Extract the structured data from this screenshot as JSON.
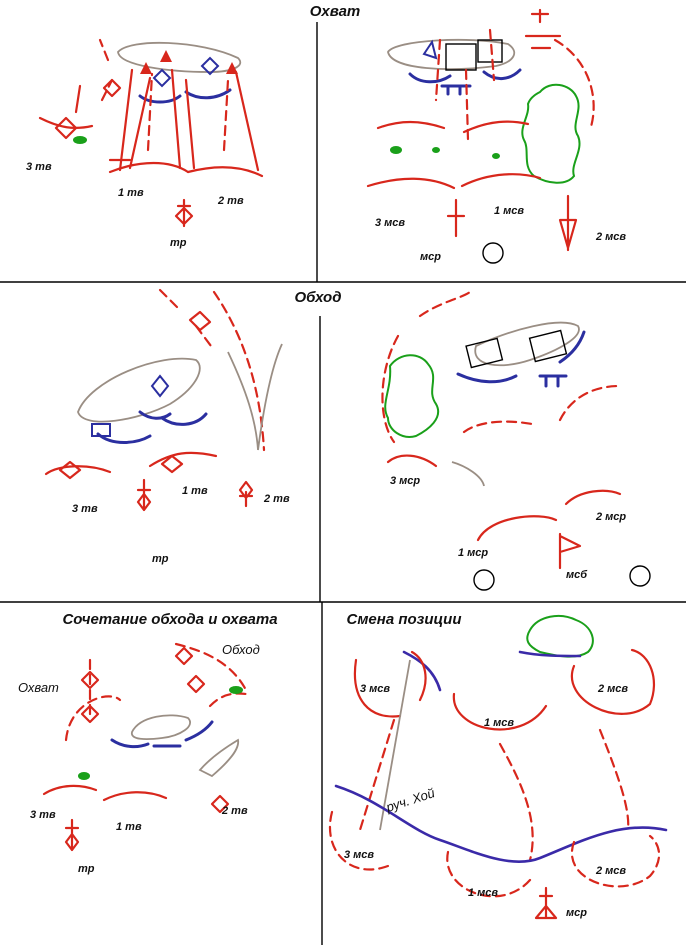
{
  "panels": {
    "envelopment": {
      "title": "Охват",
      "labels": {
        "tb3": "3 тв",
        "tb1": "1 тв",
        "tb2": "2 тв",
        "tr": "тр"
      }
    },
    "envelopment_msv": {
      "labels": {
        "msv3": "3 мсв",
        "msv1": "1 мсв",
        "msv2": "2 мсв",
        "msr": "мср"
      }
    },
    "bypass": {
      "title": "Обход",
      "labels": {
        "tb3": "3 тв",
        "tb1": "1 тв",
        "tb2": "2 тв",
        "tr": "тр"
      }
    },
    "bypass_msr": {
      "labels": {
        "msr3": "3 мср",
        "msr1": "1 мср",
        "msr2": "2 мср",
        "msb": "мсб"
      }
    },
    "combo": {
      "title": "Сочетание обхода и охвата",
      "labels": {
        "okhvat": "Охват",
        "obkhod": "Обход",
        "tb3": "3 тв",
        "tb1": "1 тв",
        "tb2": "2 тв",
        "tr": "тр"
      }
    },
    "position_change": {
      "title": "Смена позиции",
      "labels": {
        "msv3_top": "3 мсв",
        "msv1_top": "1 мсв",
        "msv2_top": "2 мсв",
        "stream": "руч. Хой",
        "msv3_bot": "3 мсв",
        "msv1_bot": "1 мсв",
        "msv2_bot": "2 мсв",
        "msr": "мср"
      }
    }
  },
  "colors": {
    "friendly": "#d8271c",
    "enemy": "#2b2fa0",
    "terrain": "#9a8e84",
    "forest": "#1aa01a"
  }
}
